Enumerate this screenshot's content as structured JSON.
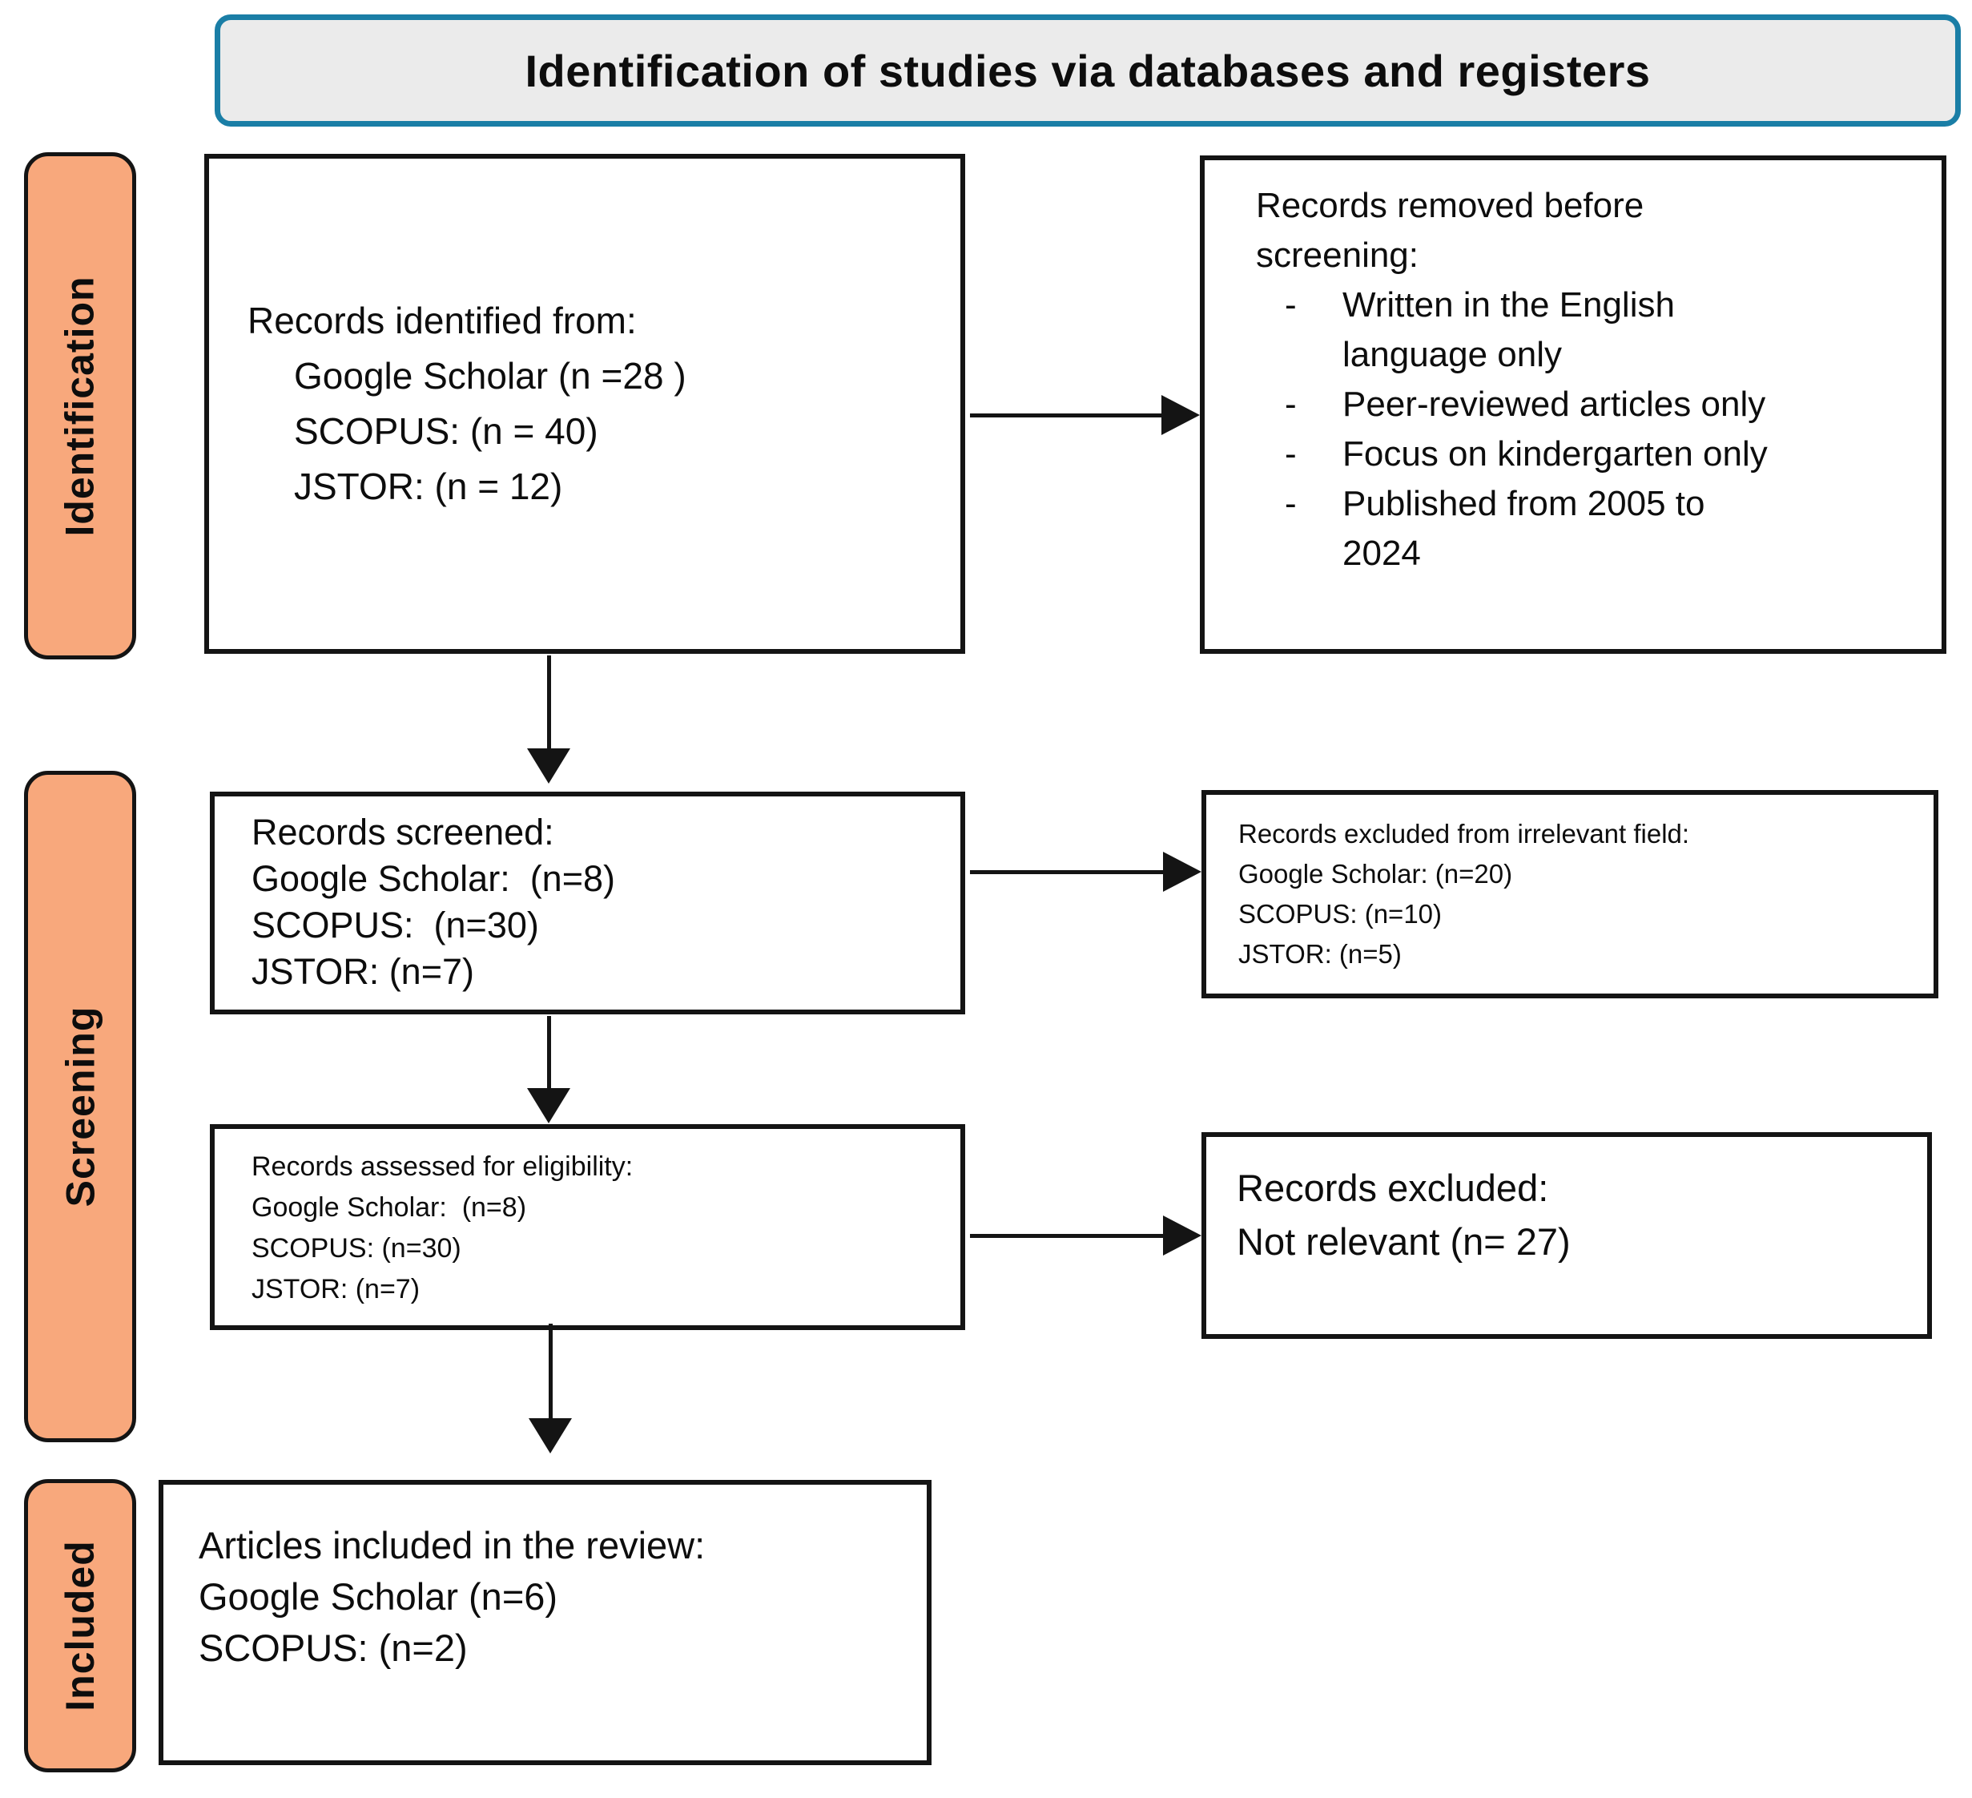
{
  "title": "Identification of studies via databases and registers",
  "stages": [
    {
      "label": "Identification"
    },
    {
      "label": "Screening"
    },
    {
      "label": "Included"
    }
  ],
  "boxes": {
    "identified": {
      "heading": "Records identified from:",
      "lines": [
        "Google Scholar (n =28 )",
        "SCOPUS: (n = 40)",
        "JSTOR: (n = 12)"
      ]
    },
    "removed": {
      "heading": "Records removed before\nscreening:",
      "marker": "-",
      "bullets": [
        "Written in the English\nlanguage only",
        "Peer-reviewed articles only",
        "Focus on kindergarten only",
        "Published from 2005 to\n2024"
      ]
    },
    "screened": {
      "heading": "Records screened:",
      "lines": [
        "Google Scholar:  (n=8)",
        "SCOPUS:  (n=30)",
        "JSTOR: (n=7)"
      ]
    },
    "excluded_irrelevant": {
      "heading": "Records excluded from irrelevant field:",
      "lines": [
        "Google Scholar: (n=20)",
        "SCOPUS: (n=10)",
        "JSTOR: (n=5)"
      ]
    },
    "assessed": {
      "heading": "Records assessed for eligibility:",
      "lines": [
        "Google Scholar:  (n=8)",
        "SCOPUS: (n=30)",
        "JSTOR: (n=7)"
      ]
    },
    "excluded_not_relevant": {
      "heading": "Records excluded:",
      "lines": [
        "Not relevant (n= 27)"
      ]
    },
    "included": {
      "heading": "Articles included in the review:",
      "lines": [
        "Google Scholar (n=6)",
        "SCOPUS: (n=2)"
      ]
    }
  },
  "colors": {
    "stage_fill": "#F8A87C",
    "banner_fill": "#EBEBEB",
    "banner_border": "#1A7EA6",
    "line": "#141414"
  }
}
